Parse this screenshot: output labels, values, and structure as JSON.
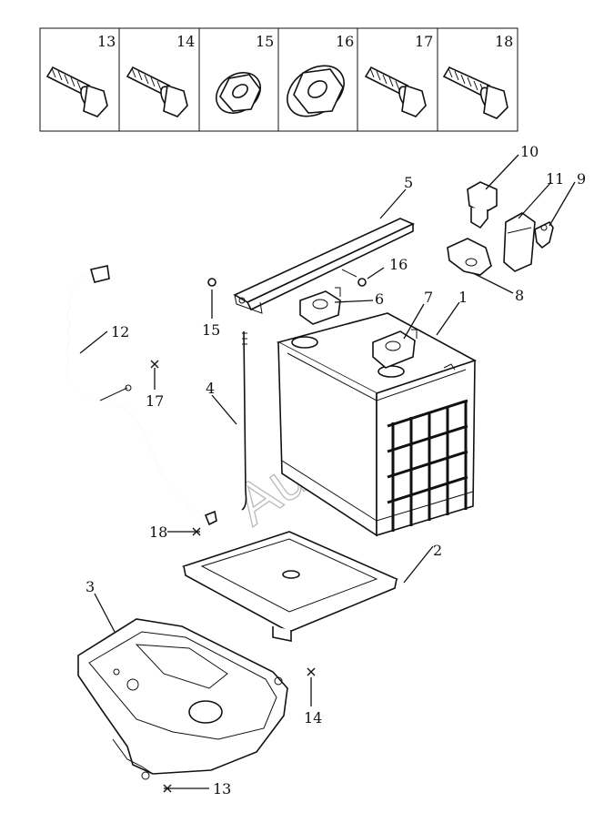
{
  "watermark": "AutoSoft",
  "fastener_table": {
    "cells": [
      {
        "no": "13",
        "icon": "hex-flange-bolt-icon"
      },
      {
        "no": "14",
        "icon": "hex-flange-bolt-icon"
      },
      {
        "no": "15",
        "icon": "flange-nut-icon"
      },
      {
        "no": "16",
        "icon": "flange-nut-icon"
      },
      {
        "no": "17",
        "icon": "hex-flange-bolt-icon"
      },
      {
        "no": "18",
        "icon": "hex-flange-bolt-icon"
      }
    ]
  },
  "callouts": {
    "c1": "1",
    "c2": "2",
    "c3": "3",
    "c4": "4",
    "c5": "5",
    "c6": "6",
    "c7": "7",
    "c8": "8",
    "c9": "9",
    "c10": "10",
    "c11": "11",
    "c12": "12",
    "c13": "13",
    "c14": "14",
    "c15": "15",
    "c16": "16",
    "c17": "17",
    "c18": "18"
  },
  "parts": [
    "battery",
    "battery-tray",
    "battery-bracket",
    "hold-down-rod",
    "hold-down-clamp",
    "negative-terminal",
    "positive-terminal",
    "terminal-cover",
    "cable-lug",
    "fuse-holder",
    "fuse-box-cover",
    "ground-cable"
  ]
}
